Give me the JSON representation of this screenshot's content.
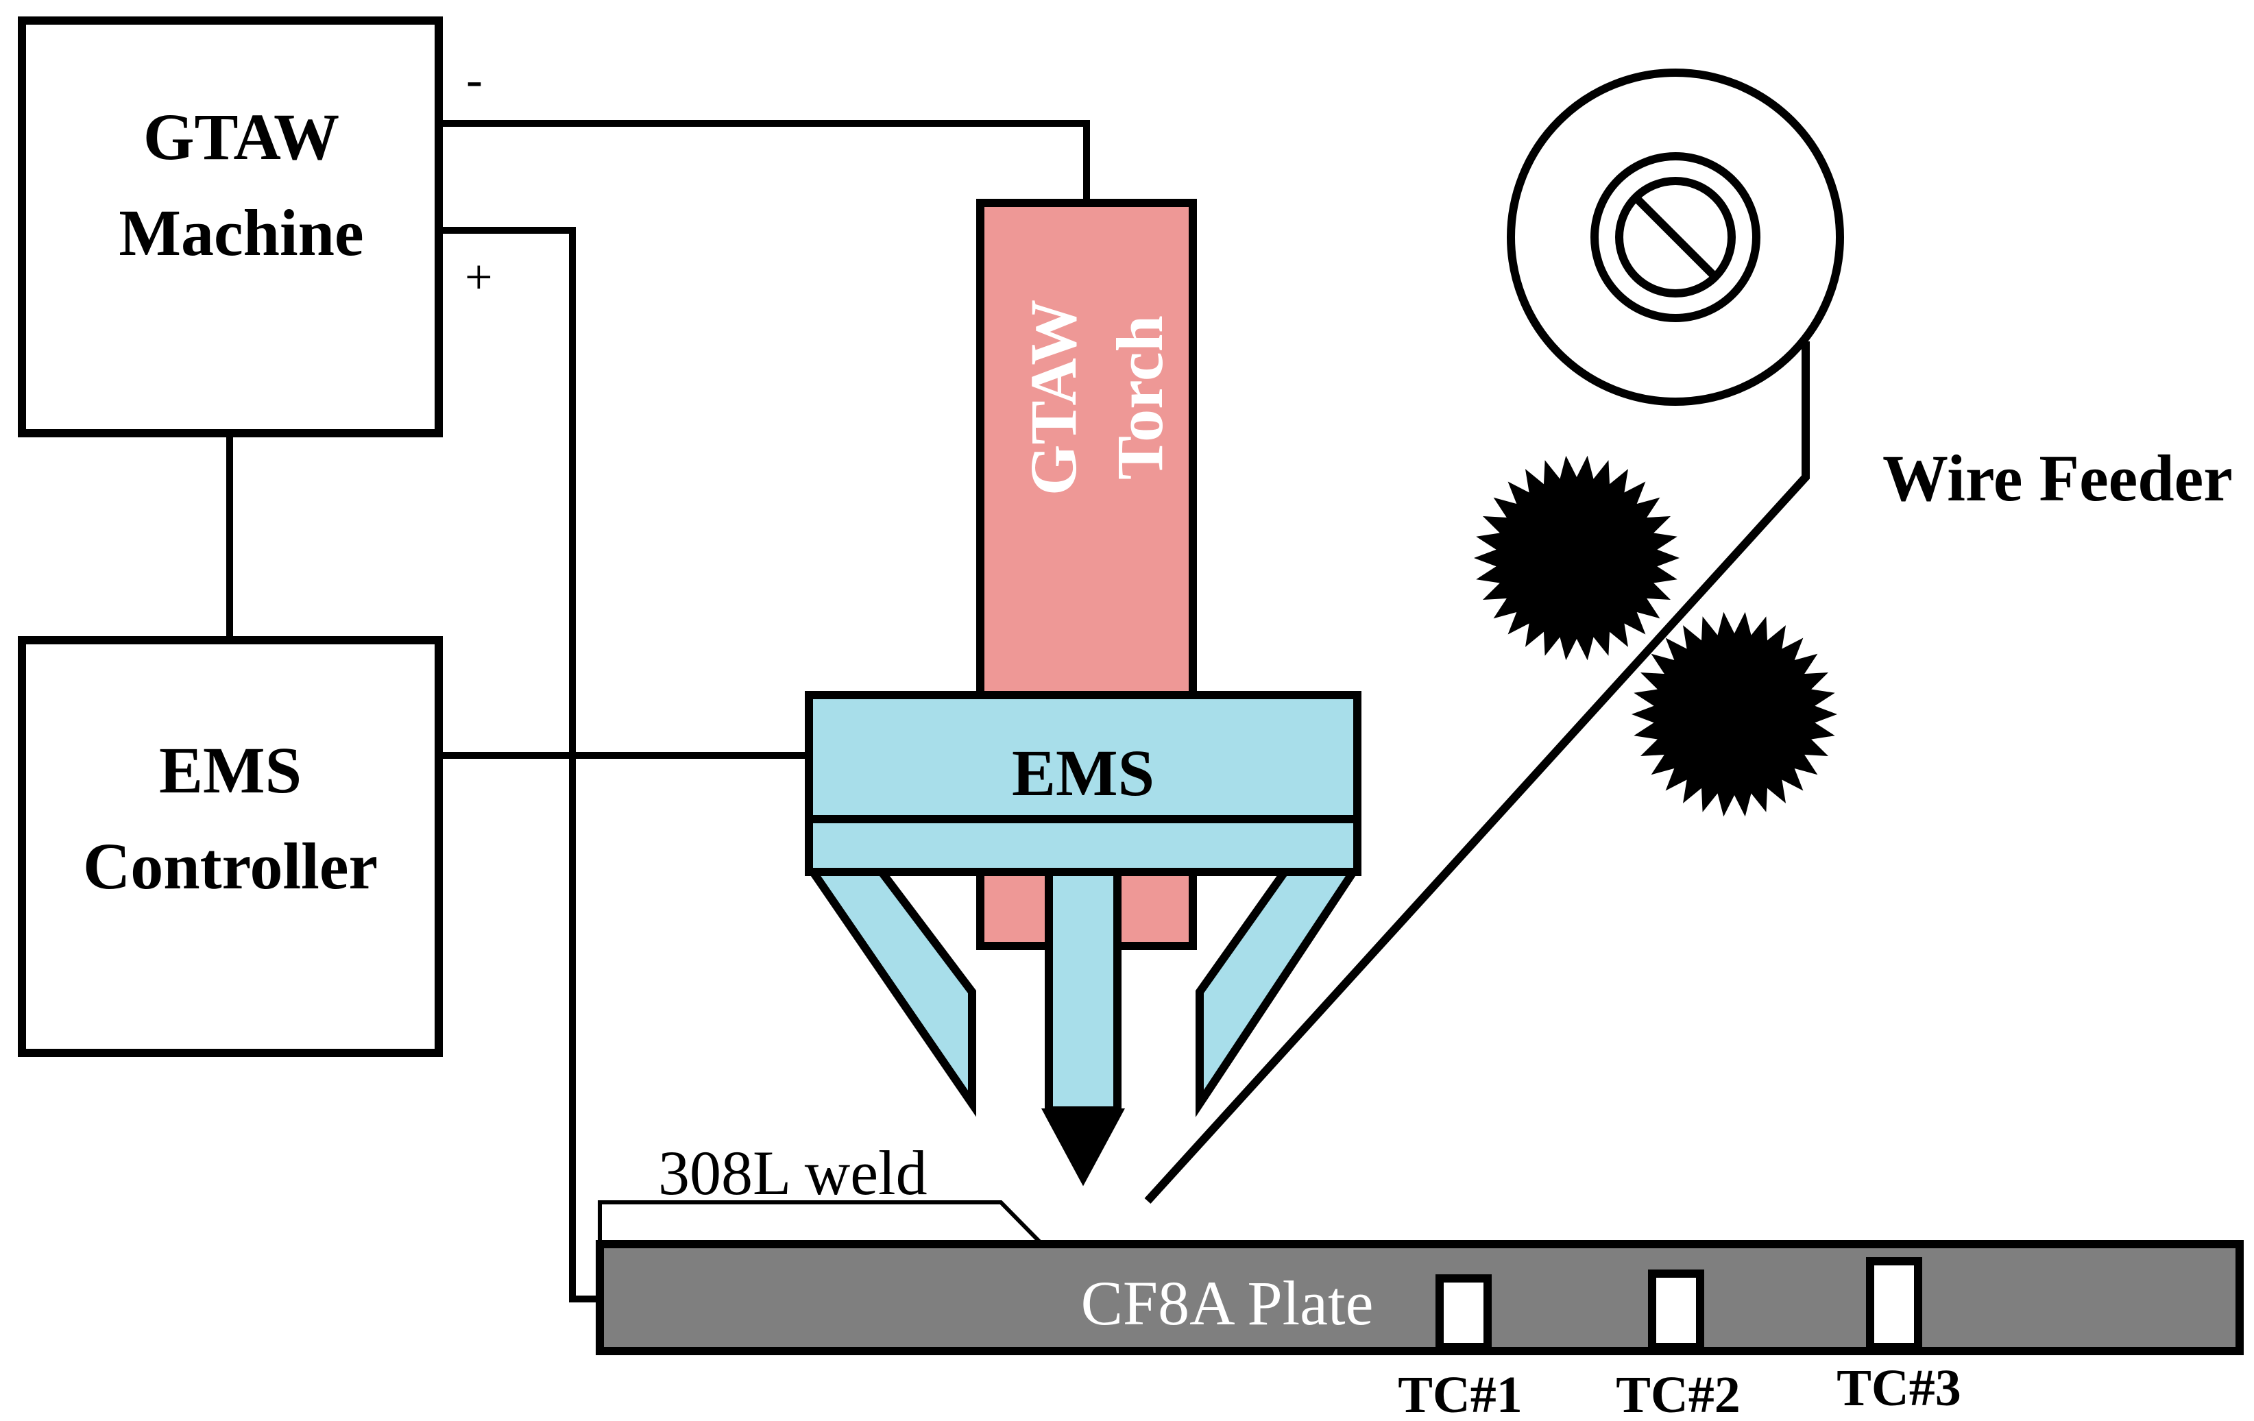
{
  "boxes": {
    "gtaw_machine": {
      "line1": "GTAW",
      "line2": "Machine"
    },
    "ems_controller": {
      "line1": "EMS",
      "line2": "Controller"
    }
  },
  "terminals": {
    "negative": "-",
    "positive": "+"
  },
  "torch": {
    "line1": "GTAW",
    "line2": "Torch"
  },
  "ems": {
    "label": "EMS"
  },
  "wire_feeder": {
    "label": "Wire Feeder"
  },
  "weld": {
    "label": "308L weld"
  },
  "plate": {
    "label": "CF8A Plate"
  },
  "thermocouples": [
    "TC#1",
    "TC#2",
    "TC#3"
  ],
  "colors": {
    "torch": "#EE9896",
    "ems": "#A8DEEA",
    "plate": "#7F7F7F",
    "stroke": "#000000"
  }
}
